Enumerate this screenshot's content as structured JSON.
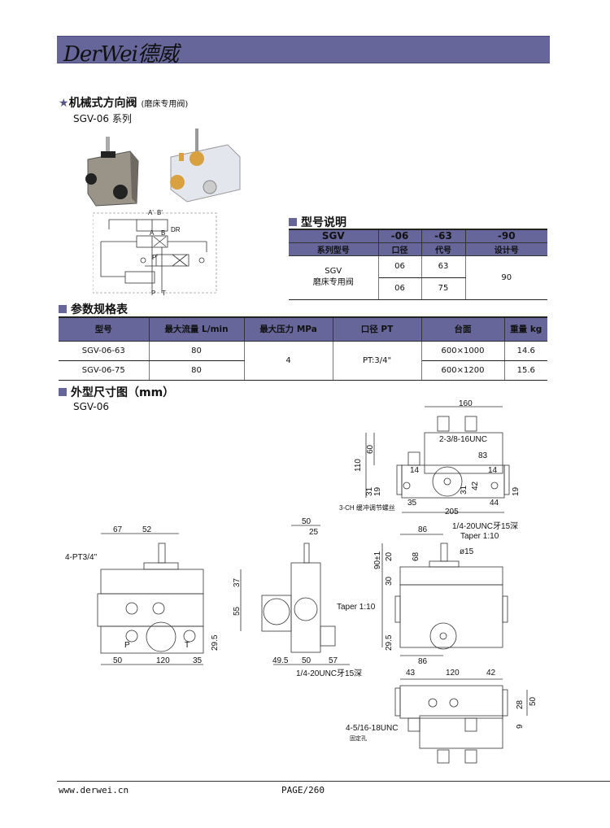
{
  "header": {
    "logo_text": "DerWei德威"
  },
  "title": {
    "star": "★",
    "name": "机械式方向阀",
    "sub": "(磨床专用阀)",
    "series": "SGV-06 系列"
  },
  "schematic": {
    "labels": [
      "A'",
      "B'",
      "A",
      "B",
      "DR",
      "P'",
      "P",
      "T"
    ]
  },
  "model_explain": {
    "heading": "型号说明",
    "header_codes": [
      "SGV",
      "-06",
      "-63",
      "-90"
    ],
    "header_names": [
      "系列型号",
      "口径",
      "代号",
      "设计号"
    ],
    "series_line1": "SGV",
    "series_line2": "磨床专用阀",
    "rows": [
      [
        "06",
        "63"
      ],
      [
        "06",
        "75"
      ]
    ],
    "design": "90"
  },
  "spec": {
    "heading": "参数规格表",
    "columns": [
      "型号",
      "最大流量 L/min",
      "最大压力 MPa",
      "口径 PT",
      "台面",
      "重量 kg"
    ],
    "rows": [
      {
        "model": "SGV-06-63",
        "flow": "80",
        "table": "600×1000",
        "weight": "14.6"
      },
      {
        "model": "SGV-06-75",
        "flow": "80",
        "table": "600×1200",
        "weight": "15.6"
      }
    ],
    "pressure": "4",
    "port": "PT:3/4\""
  },
  "dims": {
    "heading": "外型尺寸图（mm）",
    "model": "SGV-06",
    "top": [
      "160",
      "60",
      "110",
      "2-3/8-16UNC",
      "83",
      "14",
      "14",
      "31",
      "19",
      "31",
      "42",
      "19",
      "3-CH 缓冲调节螺丝",
      "35",
      "44",
      "205"
    ],
    "front": [
      "86",
      "1/4-20UNC牙15深",
      "Taper 1:10",
      "ø15",
      "68",
      "20",
      "90±1",
      "30",
      "29.5",
      "86"
    ],
    "bottom": [
      "43",
      "120",
      "42",
      "28",
      "50",
      "9",
      "4-5/16-18UNC",
      "固定孔"
    ],
    "left": [
      "67",
      "52",
      "4-PT3/4\"",
      "P",
      "T",
      "29.5",
      "50",
      "120",
      "35"
    ],
    "side": [
      "50",
      "25",
      "37",
      "55",
      "Taper 1:10",
      "49.5",
      "50",
      "57",
      "1/4-20UNC牙15深"
    ]
  },
  "footer": {
    "url": "www.derwei.cn",
    "page": "PAGE/260"
  }
}
